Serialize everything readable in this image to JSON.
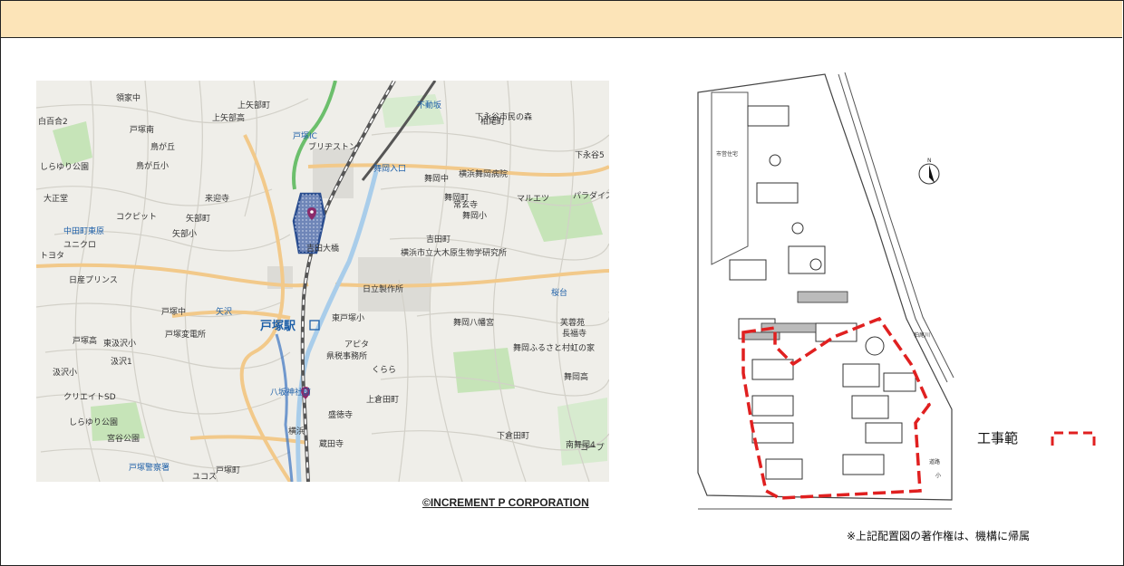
{
  "map": {
    "copyright": "©INCREMENT P CORPORATION",
    "station_name": "戸塚駅",
    "labels": [
      {
        "name": "label-jinnya",
        "text": "領家中"
      },
      {
        "name": "label-shirouhou",
        "text": "白百合2"
      },
      {
        "name": "label-kamiyabe",
        "text": "上矢部高"
      },
      {
        "name": "label-kamiyabecho",
        "text": "上矢部町"
      },
      {
        "name": "label-totsukaminami",
        "text": "戸塚南"
      },
      {
        "name": "label-torigaoka",
        "text": "鳥が丘"
      },
      {
        "name": "label-shirayuri",
        "text": "しらゆり公園"
      },
      {
        "name": "label-torigaoka-el",
        "text": "鳥が丘小"
      },
      {
        "name": "label-taishodo",
        "text": "大正堂"
      },
      {
        "name": "label-raigoji",
        "text": "来迎寺"
      },
      {
        "name": "label-cockpit",
        "text": "コクピット"
      },
      {
        "name": "label-yabe",
        "text": "矢部町"
      },
      {
        "name": "label-yabe-kita",
        "text": "矢部小"
      },
      {
        "name": "label-nakatacho",
        "text": "中田町東原"
      },
      {
        "name": "label-toyota",
        "text": "トヨタ"
      },
      {
        "name": "label-uniqlo",
        "text": "ユニクロ"
      },
      {
        "name": "label-nissan",
        "text": "日産プリンス"
      },
      {
        "name": "label-totsukaic",
        "text": "戸塚IC"
      },
      {
        "name": "label-fudozaka",
        "text": "不動坂"
      },
      {
        "name": "label-bridgestone",
        "text": "ブリヂストン"
      },
      {
        "name": "label-maiokairiguchi",
        "text": "舞岡入口"
      },
      {
        "name": "label-maioka-jhs",
        "text": "舞岡中"
      },
      {
        "name": "label-maiokacho",
        "text": "舞岡町"
      },
      {
        "name": "label-yokohamamaioka",
        "text": "横浜舞岡病院"
      },
      {
        "name": "label-kashiocho",
        "text": "柏尾町"
      },
      {
        "name": "label-shimonagaya",
        "text": "下永谷市民の森"
      },
      {
        "name": "label-marietsu",
        "text": "マルエツ"
      },
      {
        "name": "label-jogenji",
        "text": "常玄寺"
      },
      {
        "name": "label-maioka-el",
        "text": "舞岡小"
      },
      {
        "name": "label-yoshidaohashi",
        "text": "吉田大橋"
      },
      {
        "name": "label-yoshidacho",
        "text": "吉田町"
      },
      {
        "name": "label-ohkibioken",
        "text": "横浜市立大木原生物学研究所"
      },
      {
        "name": "label-hitachi",
        "text": "日立製作所"
      },
      {
        "name": "label-higashitotsuka",
        "text": "東戸塚小"
      },
      {
        "name": "label-yazawa",
        "text": "矢沢"
      },
      {
        "name": "label-totsukahen",
        "text": "戸塚変電所"
      },
      {
        "name": "label-totsuka-jhs",
        "text": "戸塚中"
      },
      {
        "name": "label-totsuka-hs",
        "text": "戸塚高"
      },
      {
        "name": "label-higashimatsuzawa",
        "text": "東汲沢小"
      },
      {
        "name": "label-kenzeijimu",
        "text": "県税事務所"
      },
      {
        "name": "label-apita",
        "text": "アピタ"
      },
      {
        "name": "label-kurara",
        "text": "くらら"
      },
      {
        "name": "label-maioka-hachiman",
        "text": "舞岡八幡宮"
      },
      {
        "name": "label-furusato",
        "text": "舞岡ふるさと村虹の家"
      },
      {
        "name": "label-sakuradai",
        "text": "桜台"
      },
      {
        "name": "label-kasuganji",
        "text": "芙蓉苑"
      },
      {
        "name": "label-nagafukuji",
        "text": "長福寺"
      },
      {
        "name": "label-maioka-hs",
        "text": "舞岡高"
      },
      {
        "name": "label-yasakajinja",
        "text": "八坂神社前"
      },
      {
        "name": "label-seitokuji",
        "text": "盛徳寺"
      },
      {
        "name": "label-kamikurata",
        "text": "上倉田町"
      },
      {
        "name": "label-zoutaji",
        "text": "蔵田寺"
      },
      {
        "name": "label-miyazawa",
        "text": "宮谷公園"
      },
      {
        "name": "label-totsukakeisatsu",
        "text": "戸塚警察署"
      },
      {
        "name": "label-ukokosu",
        "text": "ユコス"
      },
      {
        "name": "label-totsukacho",
        "text": "戸塚町"
      },
      {
        "name": "label-creitosd",
        "text": "クリエイトSD"
      },
      {
        "name": "label-matsuzawa",
        "text": "汲沢小"
      },
      {
        "name": "label-matsuzawa2",
        "text": "汲沢1"
      },
      {
        "name": "label-shirayuri2",
        "text": "しらゆり公園"
      },
      {
        "name": "label-yokohama",
        "text": "横浜"
      },
      {
        "name": "label-paradise",
        "text": "パラダイス"
      },
      {
        "name": "label-shimonagaya2",
        "text": "下永谷5"
      },
      {
        "name": "label-kakuya",
        "text": "コープ"
      },
      {
        "name": "label-maiokacho4",
        "text": "南舞岡4"
      },
      {
        "name": "label-shimokurata",
        "text": "下倉田町"
      }
    ]
  },
  "plan": {
    "labels": [
      "市営住宅",
      "柏尾川",
      "道路",
      "小"
    ],
    "north": "N"
  },
  "legend": {
    "text": "工事範",
    "color": "#e02020"
  },
  "note": "※上記配置図の著作権は、機構に帰属",
  "colors": {
    "top_band": "#fce4b8",
    "target_area": "#2a4d8f",
    "work_boundary": "#e02020"
  }
}
